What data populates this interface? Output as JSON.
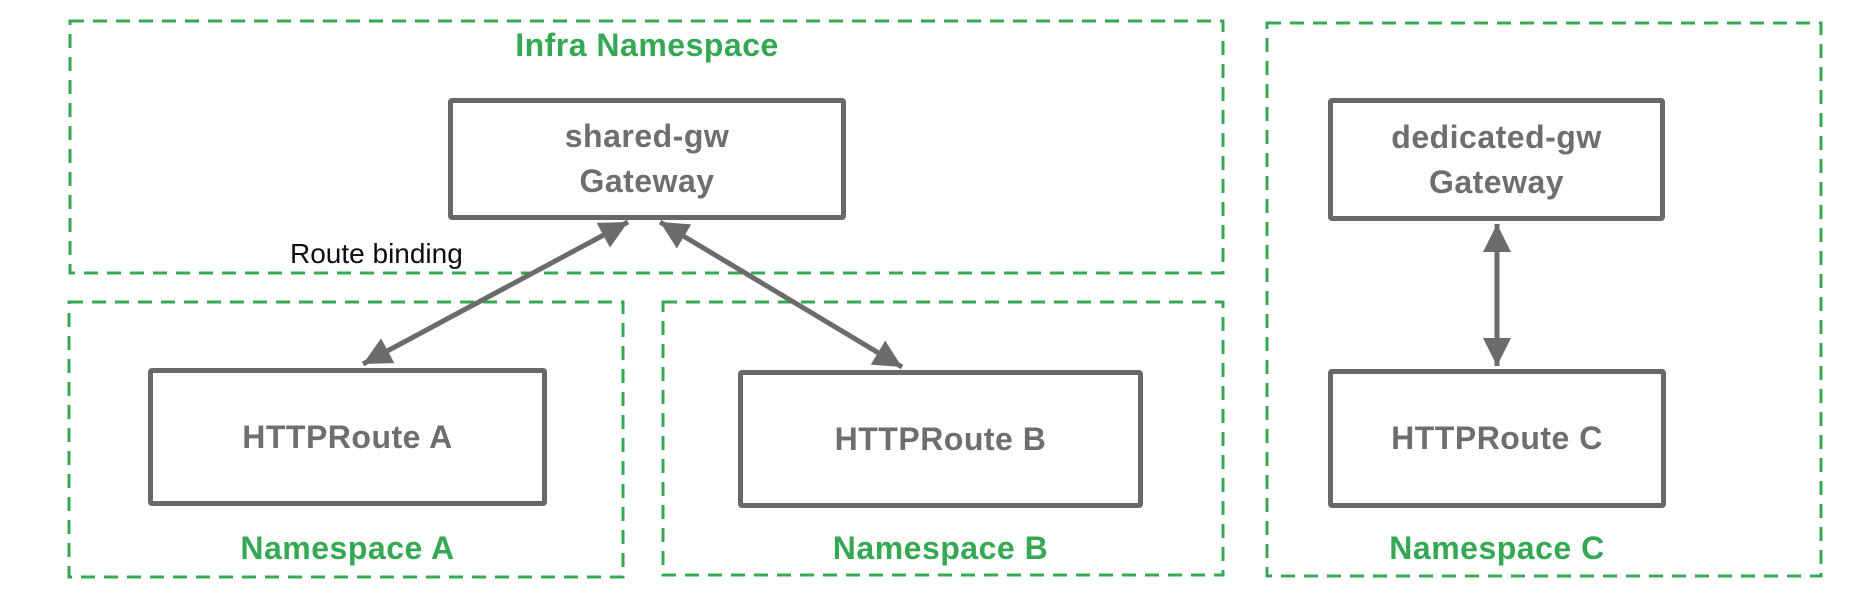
{
  "diagram": {
    "kind": "kubernetes-gateway-namespace-diagram",
    "background": "#ffffff"
  },
  "colors": {
    "namespace_green": "#34a853",
    "node_border_gray": "#686868",
    "node_text_gray": "#6e6e6e",
    "arrow_gray": "#6b6b6b",
    "annotation_black": "#0d0d0d"
  },
  "namespaces": [
    {
      "id": "infra",
      "label": "Infra Namespace",
      "label_position": "top"
    },
    {
      "id": "a",
      "label": "Namespace A",
      "label_position": "bottom"
    },
    {
      "id": "b",
      "label": "Namespace B",
      "label_position": "bottom"
    },
    {
      "id": "c",
      "label": "Namespace C",
      "label_position": "bottom"
    }
  ],
  "nodes": [
    {
      "id": "shared-gw",
      "namespace": "infra",
      "lines": [
        "shared-gw",
        "Gateway"
      ]
    },
    {
      "id": "httproute-a",
      "namespace": "a",
      "lines": [
        "HTTPRoute A"
      ]
    },
    {
      "id": "httproute-b",
      "namespace": "b",
      "lines": [
        "HTTPRoute B"
      ]
    },
    {
      "id": "dedicated-gw",
      "namespace": "c",
      "lines": [
        "dedicated-gw",
        "Gateway"
      ]
    },
    {
      "id": "httproute-c",
      "namespace": "c",
      "lines": [
        "HTTPRoute C"
      ]
    }
  ],
  "edges": [
    {
      "from": "httproute-a",
      "to": "shared-gw",
      "style": "double-headed-arrow"
    },
    {
      "from": "httproute-b",
      "to": "shared-gw",
      "style": "double-headed-arrow"
    },
    {
      "from": "httproute-c",
      "to": "dedicated-gw",
      "style": "double-headed-arrow"
    }
  ],
  "annotations": [
    {
      "id": "route-binding",
      "text": "Route binding"
    }
  ]
}
